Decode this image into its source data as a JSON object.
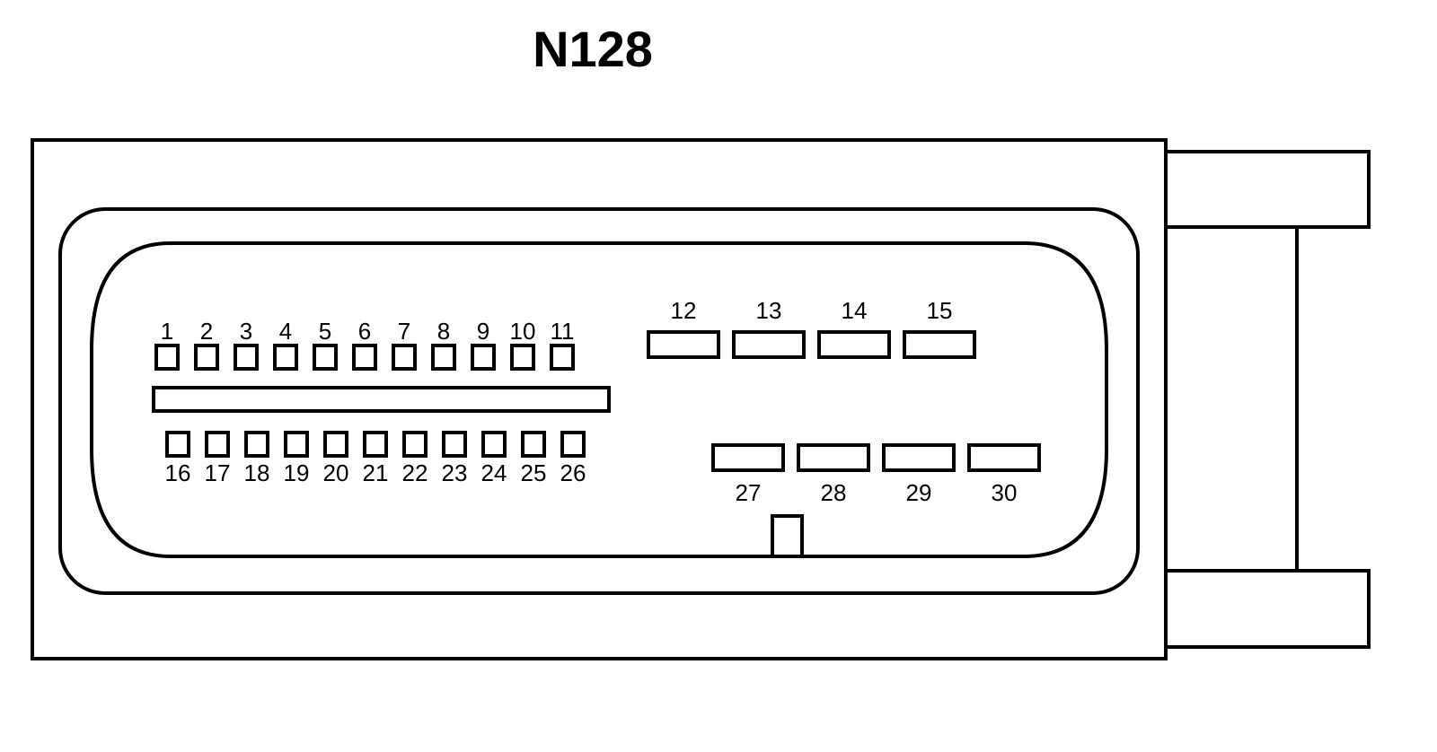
{
  "title": "N128",
  "colors": {
    "stroke": "#000000",
    "background": "#ffffff"
  },
  "connector": {
    "pins_top_row": [
      "1",
      "2",
      "3",
      "4",
      "5",
      "6",
      "7",
      "8",
      "9",
      "10",
      "11"
    ],
    "pins_bottom_row": [
      "16",
      "17",
      "18",
      "19",
      "20",
      "21",
      "22",
      "23",
      "24",
      "25",
      "26"
    ],
    "blades_upper": [
      "12",
      "13",
      "14",
      "15"
    ],
    "blades_lower": [
      "27",
      "28",
      "29",
      "30"
    ]
  }
}
